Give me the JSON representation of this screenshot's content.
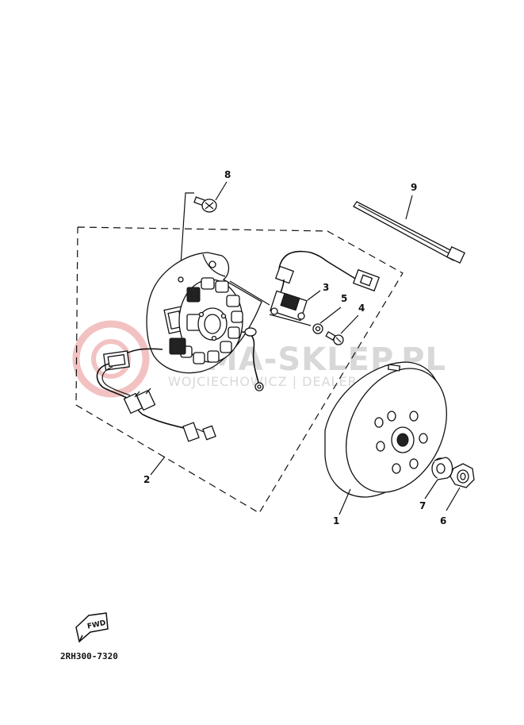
{
  "callouts": {
    "p1": "1",
    "p2": "2",
    "p3": "3",
    "p4": "4",
    "p5": "5",
    "p6": "6",
    "p7": "7",
    "p8": "8",
    "p9": "9"
  },
  "watermark": {
    "main": "MA-SKLEP.PL",
    "sub": "WOJCIECHOWICZ | DEALER YAMAHA",
    "color": "#d8d8d8",
    "logo_color": "#f2c2c2"
  },
  "fwd_label": "FWD",
  "diagram_code": "2RH300-7320"
}
